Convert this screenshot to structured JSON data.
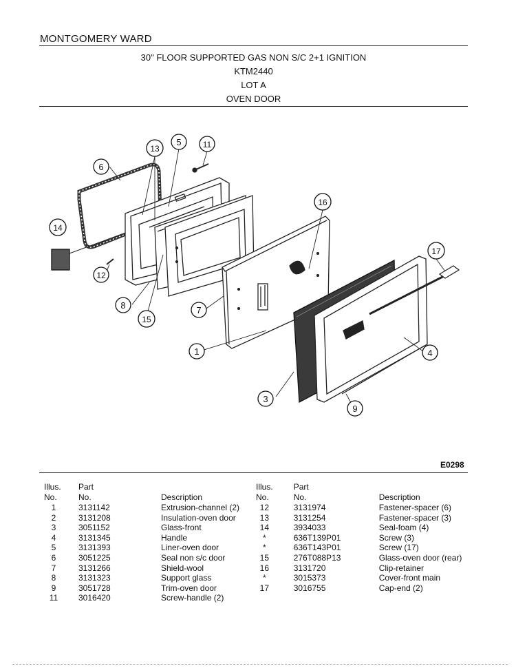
{
  "header": {
    "brand": "MONTGOMERY WARD",
    "line1": "30\" FLOOR SUPPORTED GAS NON S/C 2+1 IGNITION",
    "line2": "KTM2440",
    "line3": "LOT A",
    "line4": "OVEN DOOR"
  },
  "diagram": {
    "figure_code": "E0298",
    "callouts": [
      "1",
      "3",
      "4",
      "5",
      "6",
      "7",
      "8",
      "9",
      "11",
      "12",
      "13",
      "14",
      "15",
      "16",
      "17"
    ]
  },
  "table": {
    "headers": {
      "illus_line1": "Illus.",
      "illus_line2": "No.",
      "part_line1": "Part",
      "part_line2": "No.",
      "description": "Description"
    },
    "left_rows": [
      {
        "no": "1",
        "part": "3131142",
        "desc": "Extrusion-channel (2)"
      },
      {
        "no": "2",
        "part": "3131208",
        "desc": "Insulation-oven door"
      },
      {
        "no": "3",
        "part": "3051152",
        "desc": "Glass-front"
      },
      {
        "no": "4",
        "part": "3131345",
        "desc": "Handle"
      },
      {
        "no": "5",
        "part": "3131393",
        "desc": "Liner-oven door"
      },
      {
        "no": "6",
        "part": "3051225",
        "desc": "Seal non s/c door"
      },
      {
        "no": "7",
        "part": "3131266",
        "desc": "Shield-wool"
      },
      {
        "no": "8",
        "part": "3131323",
        "desc": "Support glass"
      },
      {
        "no": "9",
        "part": "3051728",
        "desc": "Trim-oven door"
      },
      {
        "no": "11",
        "part": "3016420",
        "desc": "Screw-handle (2)"
      }
    ],
    "right_rows": [
      {
        "no": "12",
        "part": "3131974",
        "desc": "Fastener-spacer (6)"
      },
      {
        "no": "13",
        "part": "3131254",
        "desc": "Fastener-spacer (3)"
      },
      {
        "no": "14",
        "part": "3934033",
        "desc": "Seal-foam (4)"
      },
      {
        "no": "*",
        "part": "636T139P01",
        "desc": "Screw (3)"
      },
      {
        "no": "*",
        "part": "636T143P01",
        "desc": "Screw (17)"
      },
      {
        "no": "15",
        "part": "276T088P13",
        "desc": "Glass-oven door (rear)"
      },
      {
        "no": "16",
        "part": "3131720",
        "desc": "Clip-retainer"
      },
      {
        "no": "*",
        "part": "3015373",
        "desc": "Cover-front main"
      },
      {
        "no": "17",
        "part": "3016755",
        "desc": "Cap-end (2)"
      }
    ]
  }
}
